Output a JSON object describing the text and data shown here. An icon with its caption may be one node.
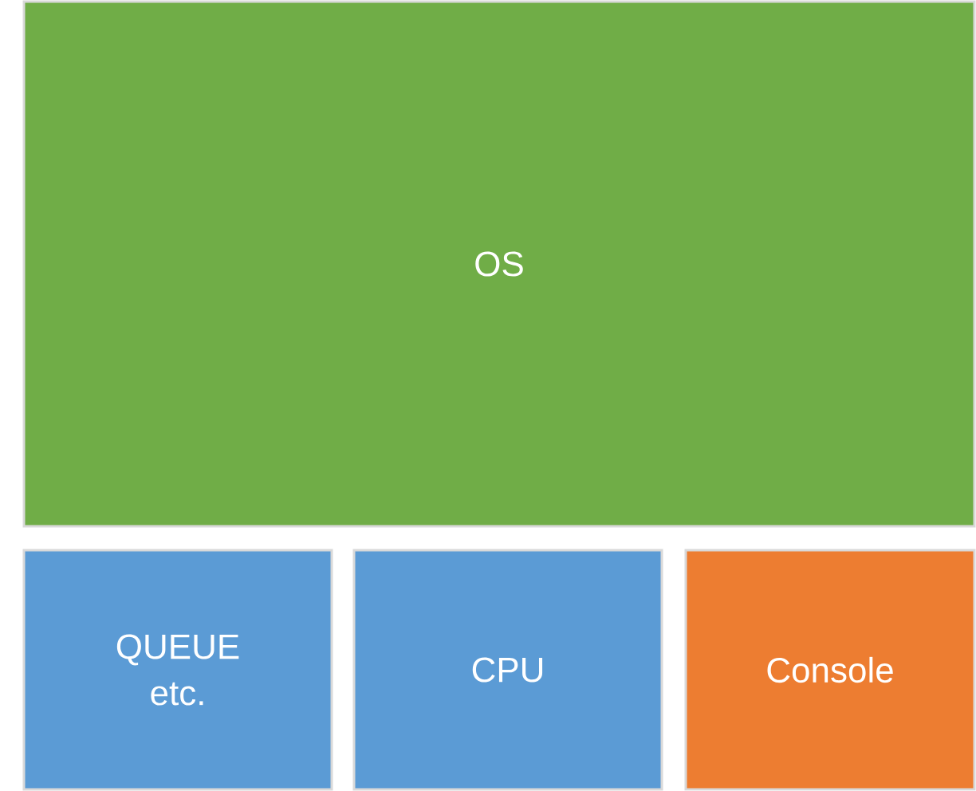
{
  "diagram": {
    "nodes": [
      {
        "text": [
          "OS"
        ]
      },
      {
        "text": [
          "QUEUE etc."
        ]
      },
      {
        "text": [
          "CPU"
        ]
      },
      {
        "text": [
          "Console"
        ]
      }
    ]
  }
}
